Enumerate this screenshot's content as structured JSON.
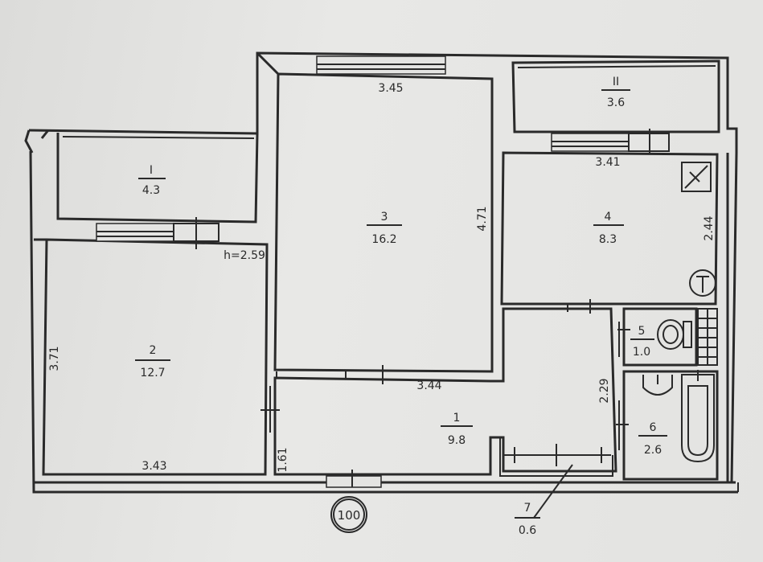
{
  "rooms": [
    {
      "id": "balcony-1",
      "number": "I",
      "area": "4.3"
    },
    {
      "id": "balcony-2",
      "number": "II",
      "area": "3.6"
    },
    {
      "id": "room-2",
      "number": "2",
      "area": "12.7"
    },
    {
      "id": "room-3",
      "number": "3",
      "area": "16.2"
    },
    {
      "id": "room-4",
      "number": "4",
      "area": "8.3"
    },
    {
      "id": "room-1",
      "number": "1",
      "area": "9.8"
    },
    {
      "id": "room-5",
      "number": "5",
      "area": "1.0"
    },
    {
      "id": "room-6",
      "number": "6",
      "area": "2.6"
    },
    {
      "id": "room-7",
      "number": "7",
      "area": "0.6"
    }
  ],
  "dimensions": {
    "room3_top": "3.45",
    "room3_right": "4.71",
    "room3_bottom": "3.44",
    "room4_top": "3.41",
    "room4_right": "2.44",
    "room2_left": "3.71",
    "room2_bottom": "3.43",
    "height": "h=2.59",
    "room1_left": "1.61",
    "room1_right": "2.29"
  },
  "stamp": "100"
}
